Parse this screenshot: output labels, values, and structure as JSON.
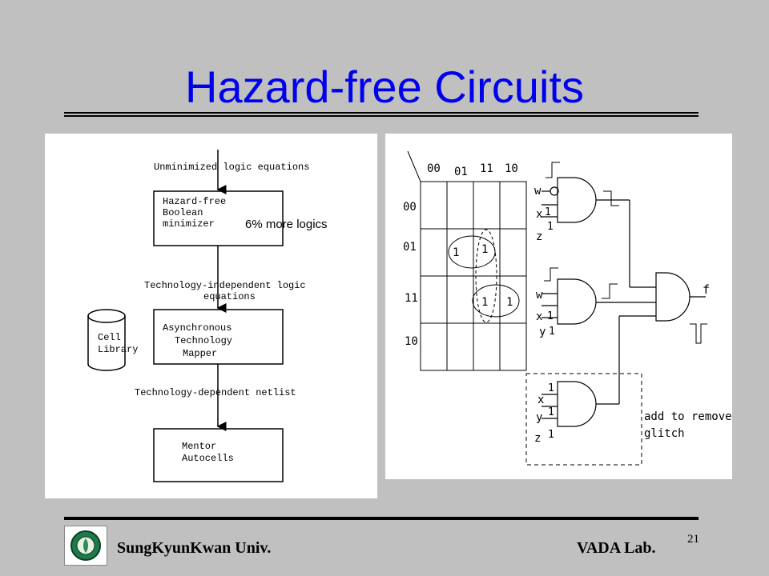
{
  "slide": {
    "title": "Hazard-free Circuits",
    "page_number": "21"
  },
  "footer": {
    "left": "SungKyunKwan Univ.",
    "right": "VADA Lab."
  },
  "flow": {
    "step1_input": "Unminimized logic equations",
    "box1_lines": [
      "Hazard-free",
      "Boolean",
      "minimizer"
    ],
    "annotation": "6% more logics",
    "step2_input": [
      "Technology-independent logic",
      "equations"
    ],
    "box2_lines": [
      "Asynchronous",
      "Technology",
      "Mapper"
    ],
    "library_lines": [
      "Cell",
      "Library"
    ],
    "step3_input": "Technology-dependent netlist",
    "box3_lines": [
      "Mentor",
      "Autocells"
    ]
  },
  "kmap": {
    "col_headers": [
      "00",
      "01",
      "11",
      "10"
    ],
    "row_headers": [
      "00",
      "01",
      "11",
      "10"
    ],
    "ones": [
      {
        "row": 1,
        "col": 1,
        "value": "1"
      },
      {
        "row": 1,
        "col": 2,
        "value": "1"
      },
      {
        "row": 2,
        "col": 2,
        "value": "1"
      },
      {
        "row": 2,
        "col": 3,
        "value": "1"
      }
    ]
  },
  "circuit": {
    "gate1_inputs": [
      "w",
      "x",
      "z"
    ],
    "gate1_values": [
      "1",
      "1"
    ],
    "gate2_inputs": [
      "w",
      "x",
      "y"
    ],
    "gate2_values": [
      "1",
      "1"
    ],
    "gate3_inputs": [
      "x",
      "y",
      "z"
    ],
    "gate3_values": [
      "1",
      "1",
      "1"
    ],
    "output": "f",
    "note_lines": [
      "add to remove",
      "glitch"
    ]
  }
}
